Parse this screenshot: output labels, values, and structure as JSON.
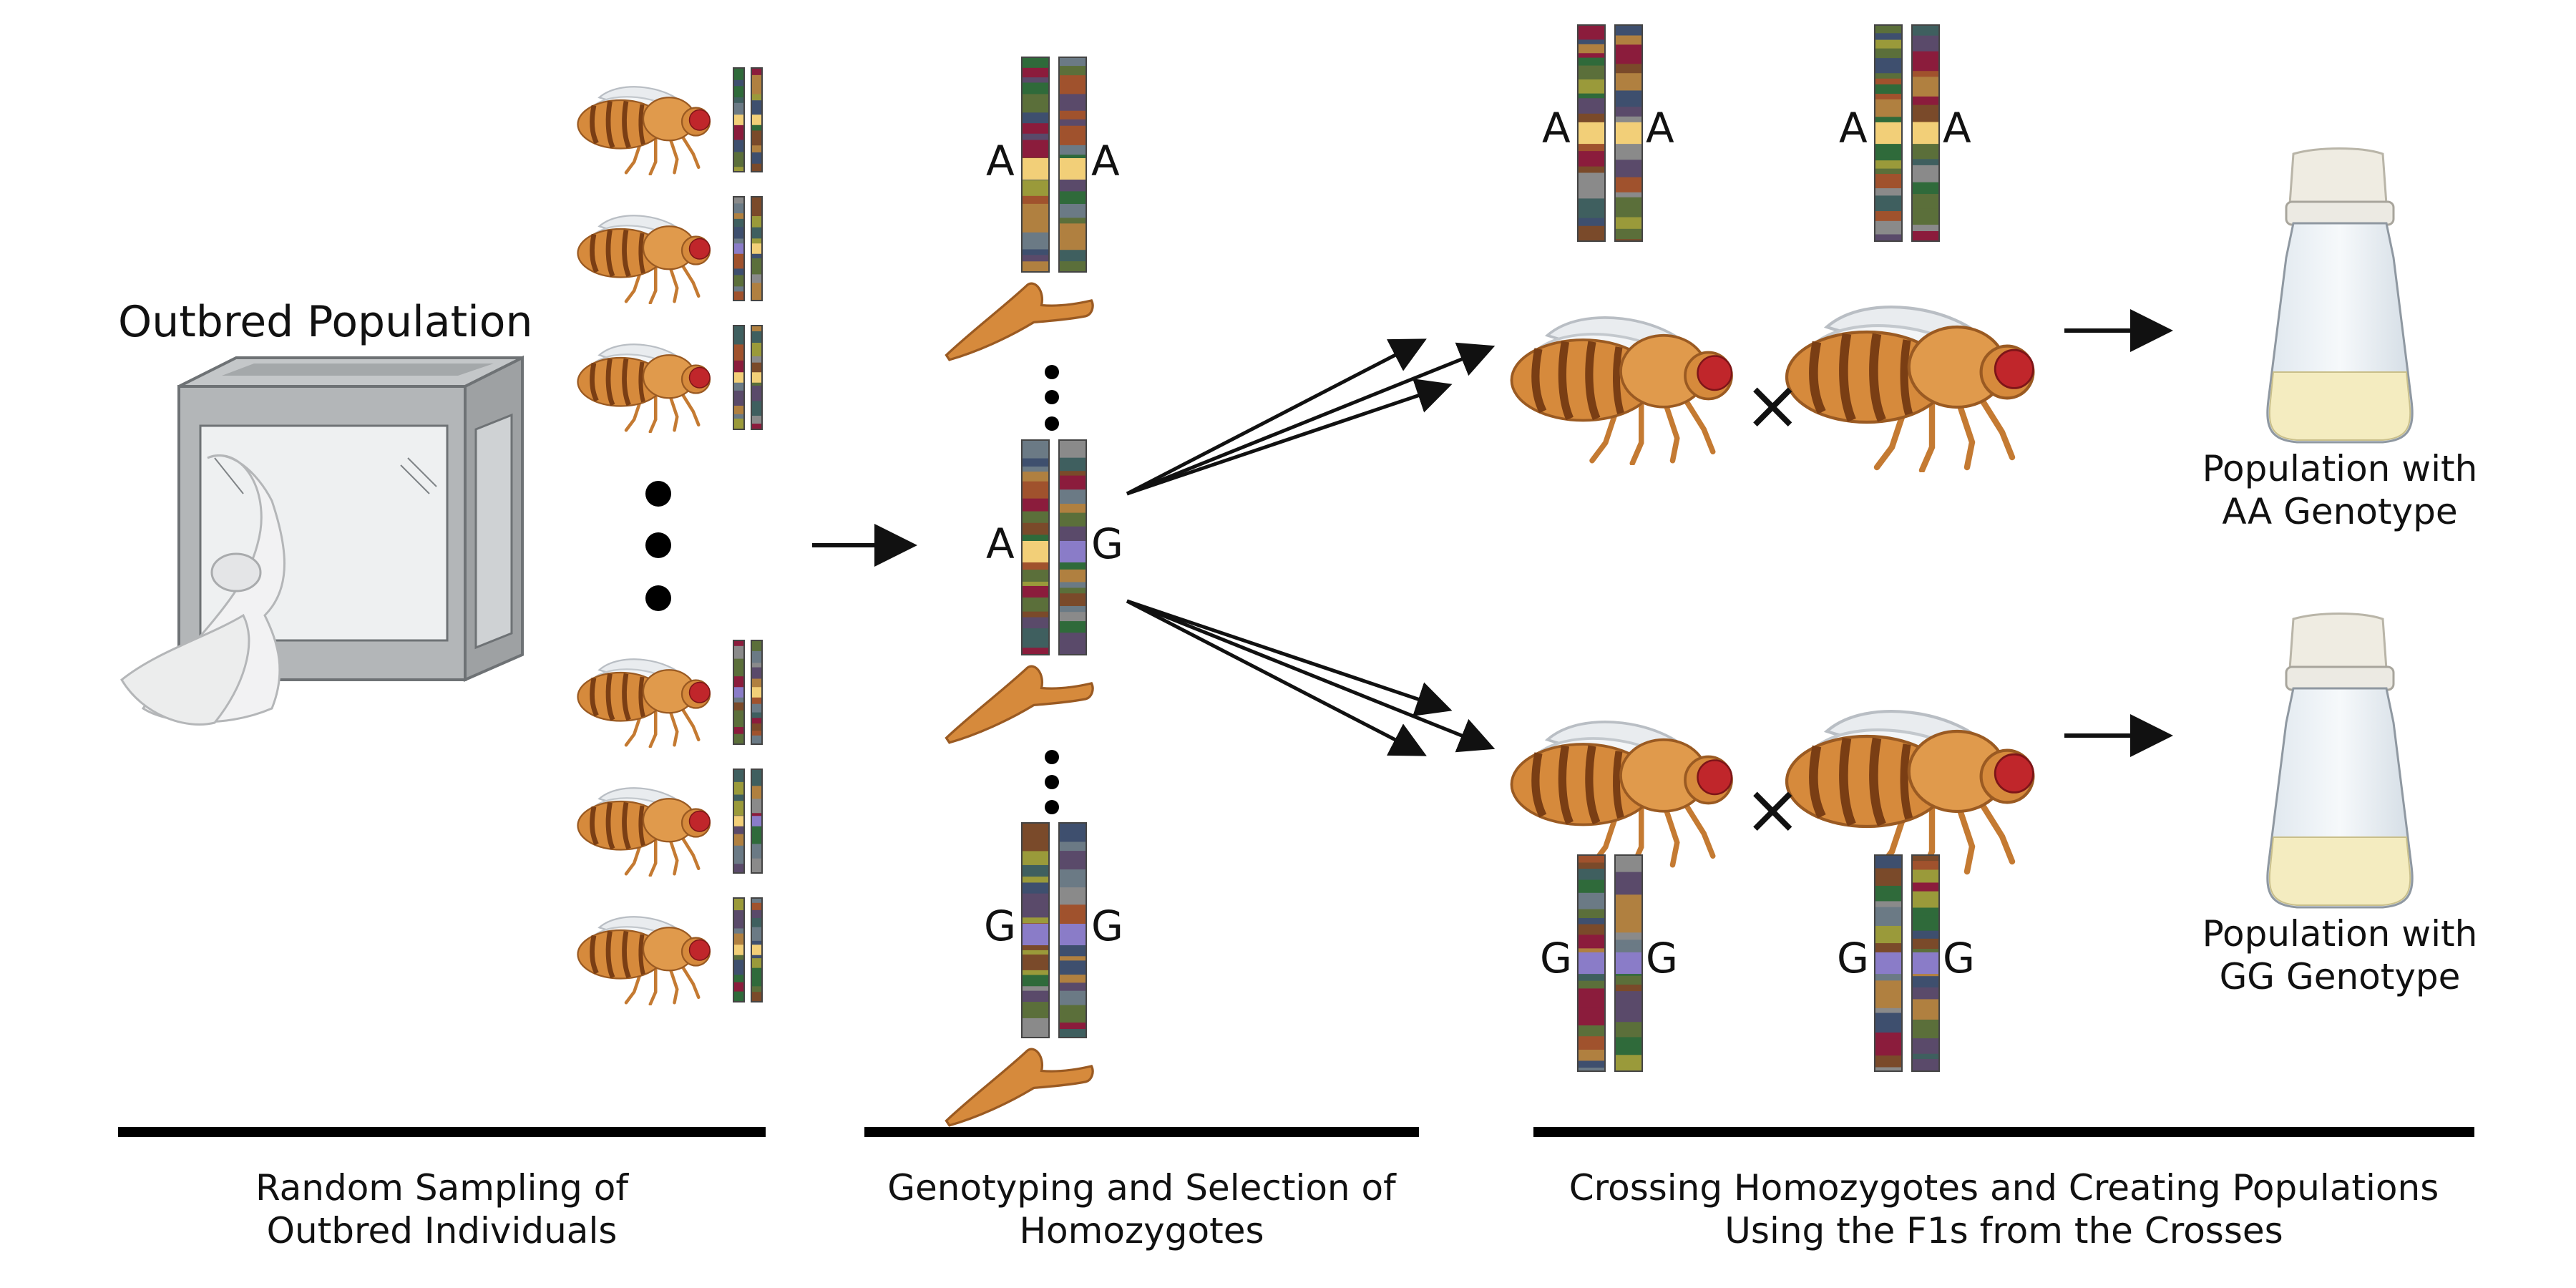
{
  "outbred_label": "Outbred Population",
  "captions": {
    "sampling": [
      "Random Sampling of",
      "Outbred Individuals"
    ],
    "genotyping": [
      "Genotyping and Selection of",
      "Homozygotes"
    ],
    "crossing": [
      "Crossing Homozygotes and Creating Populations",
      "Using the F1s from the Crosses"
    ]
  },
  "genotypes": {
    "homo_a_left": "A",
    "homo_a_right": "A",
    "het_left": "A",
    "het_right": "G",
    "homo_g_left": "G",
    "homo_g_right": "G",
    "cross_a1_left": "A",
    "cross_a1_right": "A",
    "cross_a2_left": "A",
    "cross_a2_right": "A",
    "cross_g1_left": "G",
    "cross_g1_right": "G",
    "cross_g2_left": "G",
    "cross_g2_right": "G"
  },
  "cross_symbol": "×",
  "population_labels": {
    "aa": [
      "Population with",
      "AA Genotype"
    ],
    "gg": [
      "Population with",
      "GG Genotype"
    ]
  },
  "colors": {
    "allele_a": "#f2cf78",
    "allele_g": "#8a7cc8",
    "fly_body": "#d68a3c",
    "fly_eye": "#c0262b",
    "cage": "#a9acae"
  }
}
